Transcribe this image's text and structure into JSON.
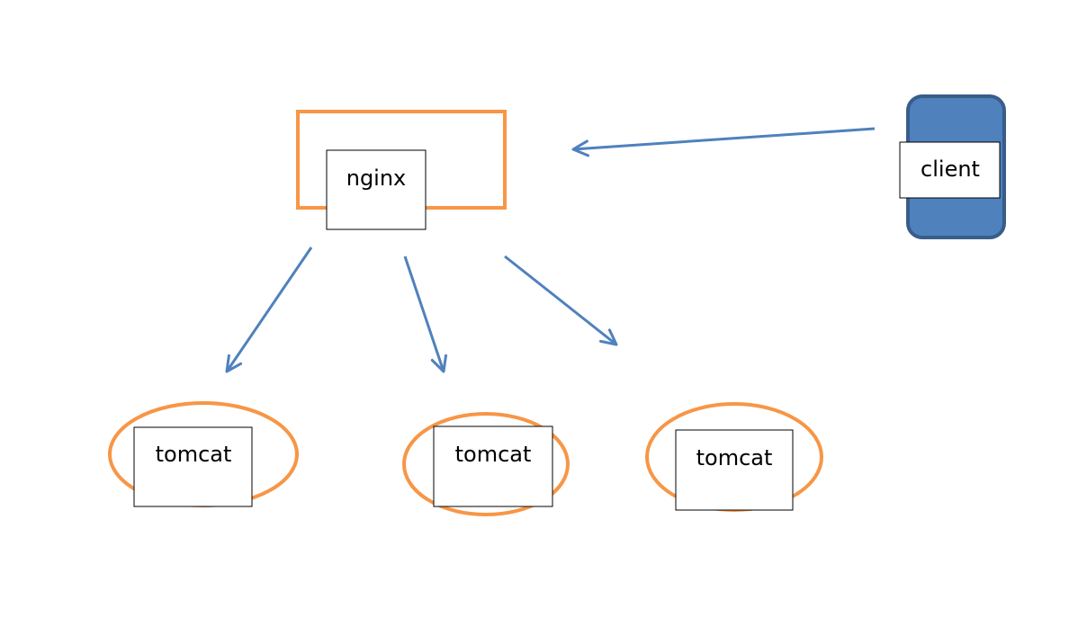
{
  "diagram": {
    "nodes": {
      "nginx": {
        "label": "nginx",
        "frame_shape": "rectangle"
      },
      "client": {
        "label": "client",
        "frame_shape": "rounded-rectangle"
      },
      "tomcats": [
        {
          "label": "tomcat",
          "frame_shape": "ellipse"
        },
        {
          "label": "tomcat",
          "frame_shape": "ellipse"
        },
        {
          "label": "tomcat",
          "frame_shape": "ellipse"
        }
      ]
    },
    "edges": [
      {
        "from": "client",
        "to": "nginx"
      },
      {
        "from": "nginx",
        "to": "tomcat-1"
      },
      {
        "from": "nginx",
        "to": "tomcat-2"
      },
      {
        "from": "nginx",
        "to": "tomcat-3"
      }
    ],
    "colors": {
      "orange_outline": "#F79646",
      "arrow_blue": "#4F81BD",
      "client_fill": "#4F81BD",
      "client_border": "#385D8A",
      "label_border": "#000000",
      "label_fill": "#FFFFFF"
    }
  }
}
